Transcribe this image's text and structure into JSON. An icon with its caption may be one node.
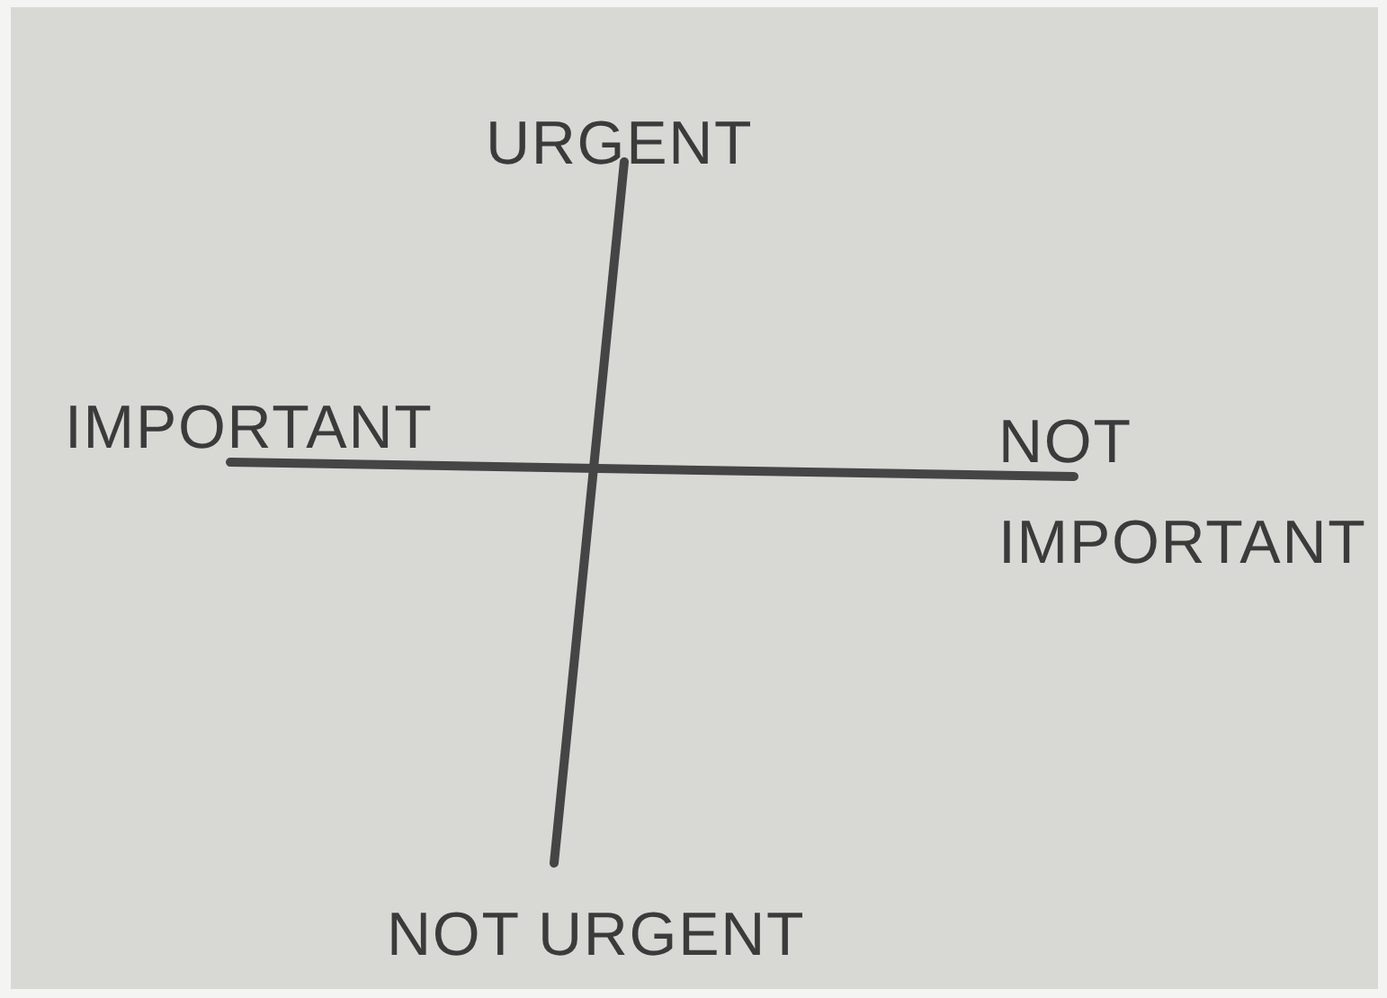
{
  "diagram": {
    "labels": [
      "URGENT",
      "IMPORTANT",
      "NOT IMPORTANT",
      "NOT URGENT"
    ]
  }
}
